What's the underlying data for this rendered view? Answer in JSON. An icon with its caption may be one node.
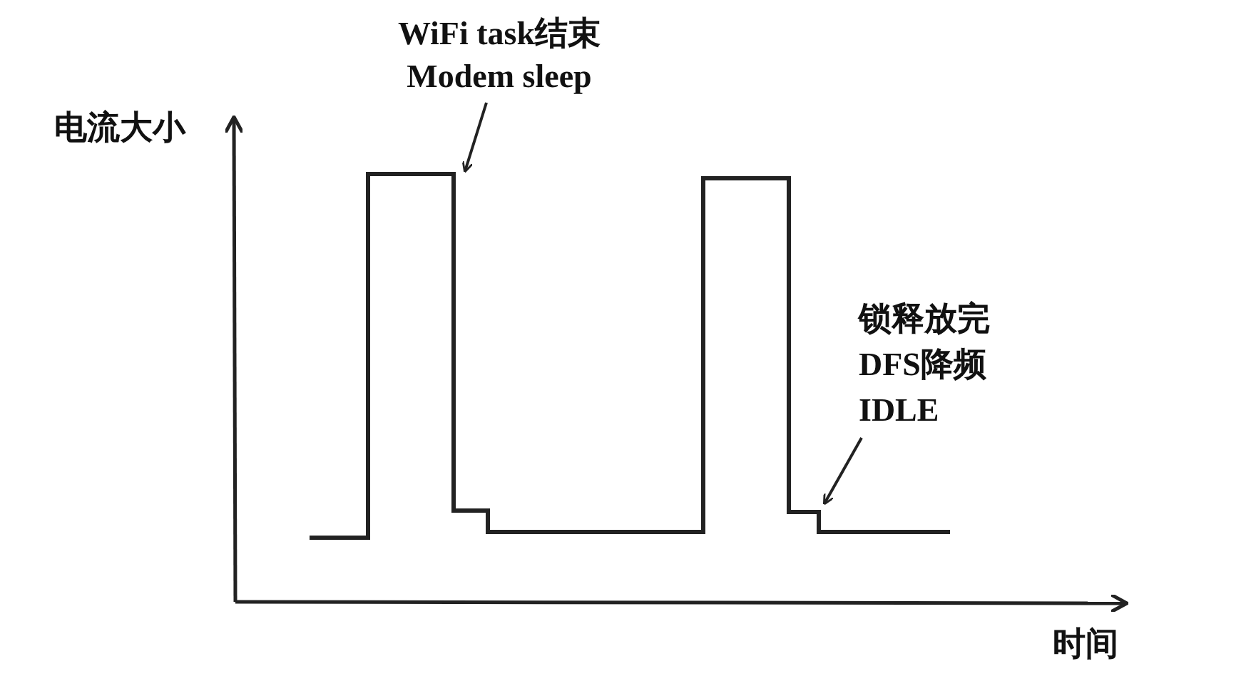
{
  "diagram": {
    "nodes": [
      {
        "text": [
          "WiFi task结束 Modem sleep"
        ]
      },
      {
        "text": [
          "锁释放完 DFS降频 IDLE"
        ]
      }
    ],
    "edges": [
      {
        "from": 0,
        "to": null,
        "arrow": "to"
      },
      {
        "from": 1,
        "to": null,
        "arrow": "to"
      }
    ],
    "labels": [
      "电流大小",
      "时间"
    ]
  }
}
